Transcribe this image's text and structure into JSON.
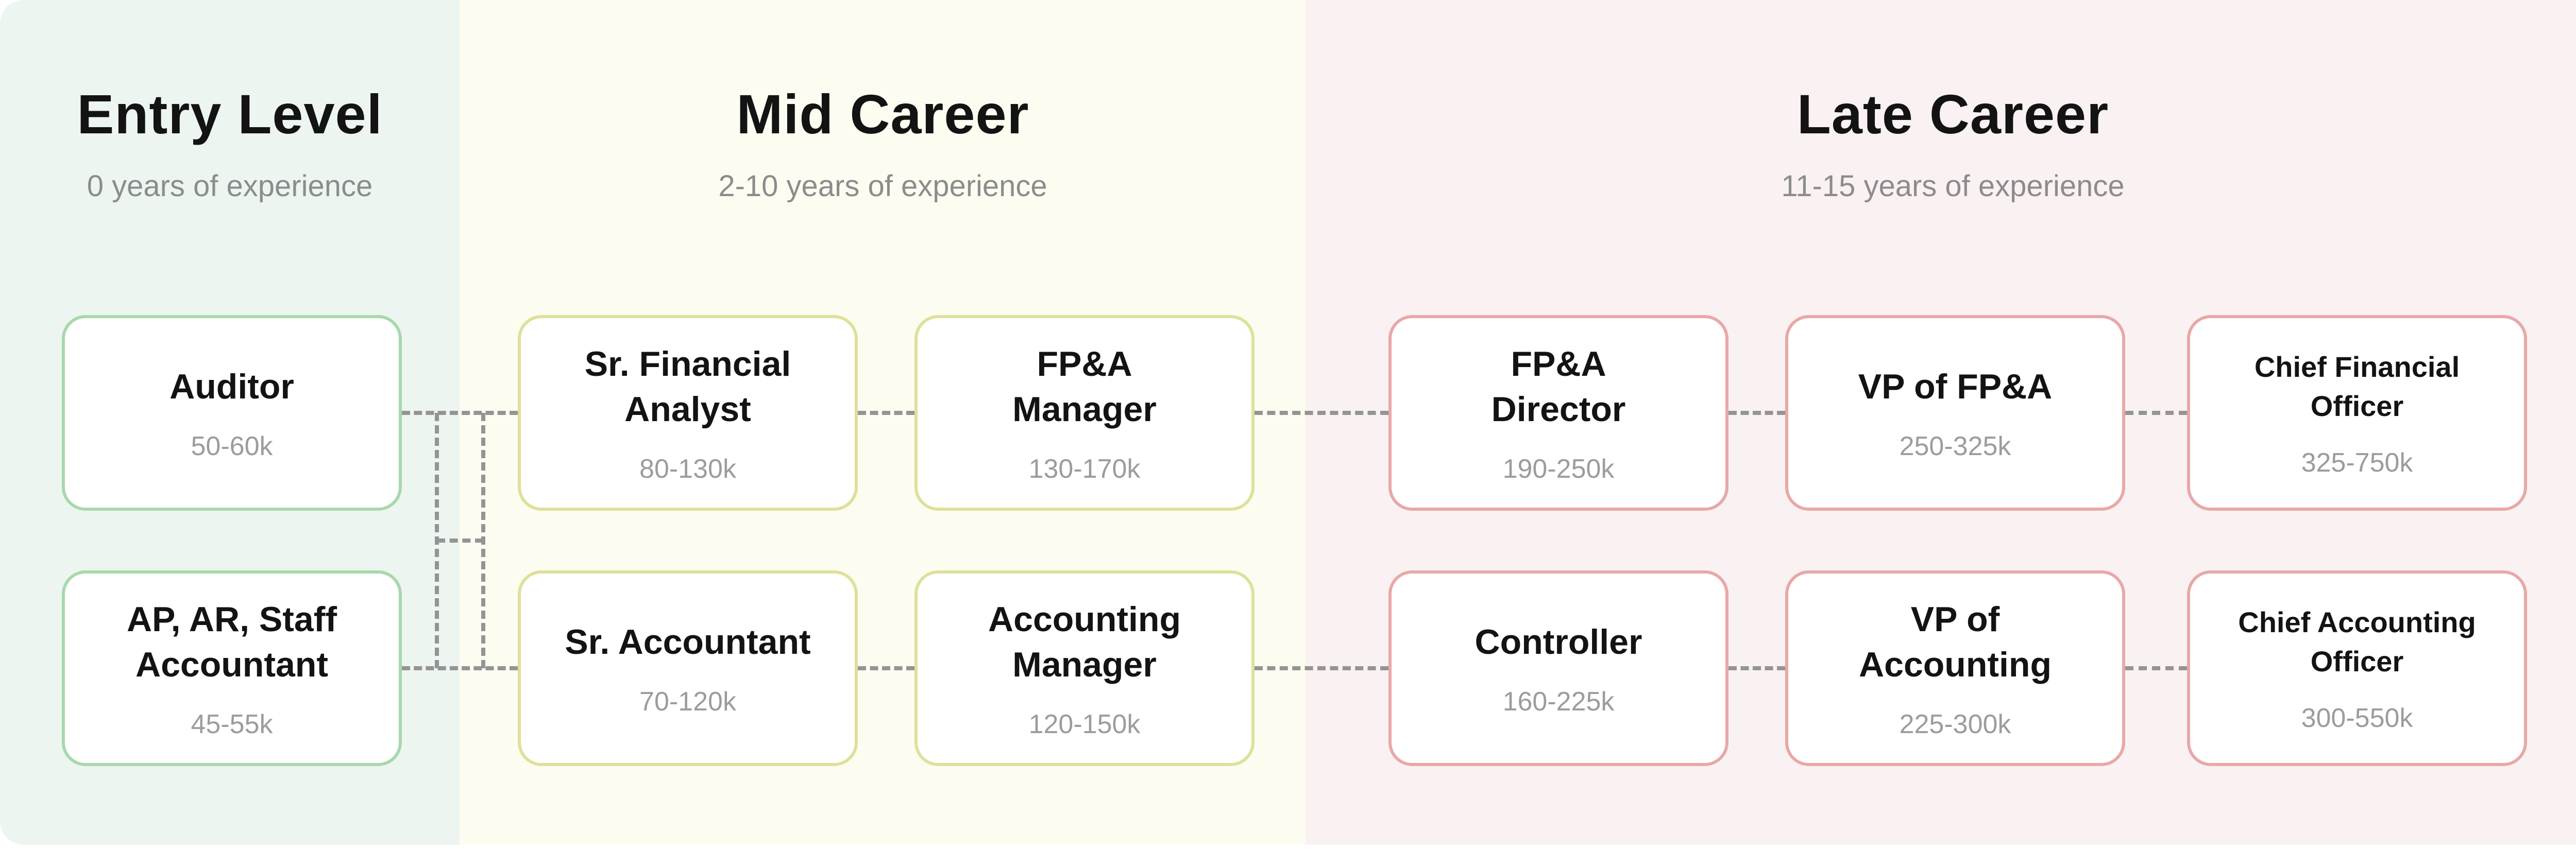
{
  "sections": [
    {
      "id": "entry",
      "label": "Entry Level",
      "sublabel": "0 years of experience",
      "bg": "#EDF5F0",
      "card_border": "#A8D8AC"
    },
    {
      "id": "mid",
      "label": "Mid Career",
      "sublabel": "2-10 years of experience",
      "bg": "#FDFCF1",
      "card_border": "#DFE09A"
    },
    {
      "id": "late",
      "label": "Late Career",
      "sublabel": "11-15 years of experience",
      "bg": "#FAF1F2",
      "card_border": "#E8A8A8"
    }
  ],
  "cards": [
    {
      "id": "auditor",
      "section": "entry",
      "row": 1,
      "col": 0,
      "title": [
        "Auditor"
      ],
      "salary": "50-60k"
    },
    {
      "id": "ap-ar-staff-accountant",
      "section": "entry",
      "row": 2,
      "col": 0,
      "title": [
        "AP, AR, Staff",
        "Accountant"
      ],
      "salary": "45-55k"
    },
    {
      "id": "sr-financial-analyst",
      "section": "mid",
      "row": 1,
      "col": 1,
      "title": [
        "Sr. Financial",
        "Analyst"
      ],
      "salary": "80-130k"
    },
    {
      "id": "fpa-manager",
      "section": "mid",
      "row": 1,
      "col": 2,
      "title": [
        "FP&A",
        "Manager"
      ],
      "salary": "130-170k"
    },
    {
      "id": "sr-accountant",
      "section": "mid",
      "row": 2,
      "col": 1,
      "title": [
        "Sr. Accountant"
      ],
      "salary": "70-120k"
    },
    {
      "id": "accounting-manager",
      "section": "mid",
      "row": 2,
      "col": 2,
      "title": [
        "Accounting",
        "Manager"
      ],
      "salary": "120-150k"
    },
    {
      "id": "fpa-director",
      "section": "late",
      "row": 1,
      "col": 3,
      "title": [
        "FP&A",
        "Director"
      ],
      "salary": "190-250k"
    },
    {
      "id": "vp-of-fpa",
      "section": "late",
      "row": 1,
      "col": 4,
      "title": [
        "VP of FP&A"
      ],
      "salary": "250-325k"
    },
    {
      "id": "chief-financial-officer",
      "section": "late",
      "row": 1,
      "col": 5,
      "title": [
        "Chief Financial",
        "Officer"
      ],
      "salary": "325-750k",
      "small_title": true
    },
    {
      "id": "controller",
      "section": "late",
      "row": 2,
      "col": 3,
      "title": [
        "Controller"
      ],
      "salary": "160-225k"
    },
    {
      "id": "vp-of-accounting",
      "section": "late",
      "row": 2,
      "col": 4,
      "title": [
        "VP of",
        "Accounting"
      ],
      "salary": "225-300k"
    },
    {
      "id": "chief-accounting-officer",
      "section": "late",
      "row": 2,
      "col": 5,
      "title": [
        "Chief Accounting",
        "Officer"
      ],
      "salary": "300-550k",
      "small_title": true
    }
  ],
  "connections": [
    [
      "auditor",
      "sr-financial-analyst"
    ],
    [
      "auditor",
      "sr-accountant"
    ],
    [
      "ap-ar-staff-accountant",
      "sr-financial-analyst"
    ],
    [
      "ap-ar-staff-accountant",
      "sr-accountant"
    ],
    [
      "sr-financial-analyst",
      "fpa-manager"
    ],
    [
      "fpa-manager",
      "fpa-director"
    ],
    [
      "fpa-director",
      "vp-of-fpa"
    ],
    [
      "vp-of-fpa",
      "chief-financial-officer"
    ],
    [
      "sr-accountant",
      "accounting-manager"
    ],
    [
      "accounting-manager",
      "controller"
    ],
    [
      "controller",
      "vp-of-accounting"
    ],
    [
      "vp-of-accounting",
      "chief-accounting-officer"
    ]
  ],
  "colors": {
    "connector_dash": "#949494",
    "card_background": "#FFFFFF",
    "title_text": "#131313",
    "salary_text": "#9C9C9C",
    "subtitle_text": "#8C8C8C"
  }
}
